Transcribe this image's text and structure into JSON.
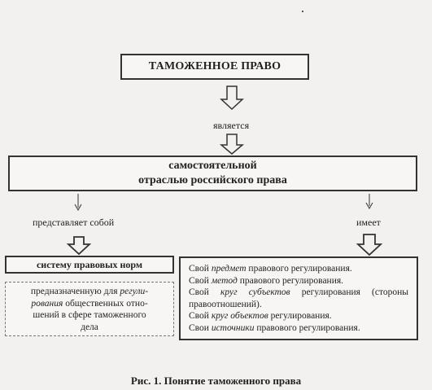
{
  "title": "ТАМОЖЕННОЕ ПРАВО",
  "link_is": "является",
  "main_line1": "самостоятельной",
  "main_line2": "отраслью российского права",
  "left_label": "представляет собой",
  "right_label": "имеет",
  "norm_system": "системy правовых норм",
  "desc": {
    "p1": "предназначенную для ",
    "i1": "регули-",
    "line2_i": "рования",
    "line2": " общественных отно-",
    "line3": "шений в сфере таможенного",
    "line4": "дела"
  },
  "right_items": [
    {
      "pre": "Свой ",
      "em": "предмет",
      "post": " правового регулирования."
    },
    {
      "pre": "Свой ",
      "em": "метод",
      "post": " правового регулирования."
    },
    {
      "pre": "Свой ",
      "em": "круг субъектов",
      "post": " регулирования (стороны правоотношений)."
    },
    {
      "pre": "Свой ",
      "em": "круг объектов",
      "post": " регулирования."
    },
    {
      "pre": "Свои ",
      "em": "источники",
      "post": " правового регулирования."
    }
  ],
  "caption": "Рис. 1. Понятие таможенного права"
}
